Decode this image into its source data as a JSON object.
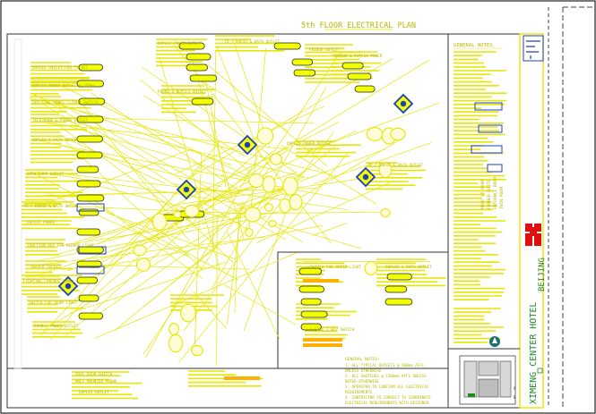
{
  "drawing": {
    "plan_title": "5th FLOOR ELECTRICAL PLAN",
    "hotel_name": "XIMENG CENTER HOTEL",
    "city": "BEIJING",
    "general_notes_title": "GENERAL NOTES",
    "room_types": [
      "MOCK UP ROOM",
      "CORNER SUITE",
      "ENTRANCE ROOM",
      "TWIN ROOM"
    ],
    "bottom_notes": {
      "title": "GENERAL NOTES:",
      "lines": [
        "1.  ALL TYPICAL OUTLETS @ 300mm AFFL",
        "    UNLESS OTHERWISE",
        "2.  ALL SWITCHES @ 1300mm AFFL UNLESS",
        "    NOTED OTHERWISE",
        "3.  OPERATOR TO CONFIRM ALL ELECTRICAL",
        "    REQUIREMENTS",
        "4.  CONTRACTOR TO CONSULT TO COORDINATE",
        "    ELECTRICAL REQUIREMENTS WITH DESIGNER"
      ]
    },
    "callouts_left": [
      "DUPLEX OUTLET FOR TV SET",
      "DUPLEX POWER OUTLET @ 300mm",
      "BED SIDE PANEL (LIGHT SWITCH)",
      "TELEPHONE & POWER OUTLET",
      "DUPLEX & DATA OUTLET",
      "DESK LAMP OUTLET",
      "TV / RADIO & DATA OUTLET",
      "DUPLEX POWER",
      "JUNCTION BOX FOR MIRROR LIGHT",
      "SHAVER SOCKET",
      "LIGHTING CONTROL PANEL",
      "SWITCH FOR ROOM LIGHT",
      "DOUBLE POWER OUTLET"
    ],
    "callouts_top": [
      "TV / RADIO & DATA OUTLET",
      "DUPLEX POWER OUTLET",
      "FRIDGE OUTLET",
      "PHONE & DUPLEX OUTLET"
    ],
    "callouts_right": [
      "MIRROR & DUPLEX POWER",
      "DUPLEX POWER OUTLET",
      "TV / RADIO & DATA OUTLET",
      "DUPLEX & DATA OUTLET"
    ],
    "callouts_bottom": [
      "POOL DOOR SWITCH",
      "WALL MOUNTED PHONE",
      "DUPLEX OUTLET",
      "SWITCH FOR RAPID LIGHT",
      "2 GANG 1 WAY SWITCH"
    ],
    "stamps": [
      "A",
      "B"
    ],
    "colors": {
      "linework": "#e6e600",
      "text": "#b8b800",
      "symbol_blue": "#1f3fbf",
      "accent_red": "#e01010",
      "accent_green": "#1e8a1e",
      "frame": "#222222",
      "highlight": "#ffb000"
    }
  }
}
